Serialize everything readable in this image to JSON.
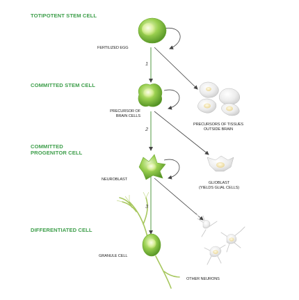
{
  "stages": {
    "totipotent": "TOTIPOTENT STEM CELL",
    "committed_stem": "COMMITTED STEM CELL",
    "committed_progenitor": "COMMITTED\nPROGENITOR CELL",
    "differentiated": "DIFFERENTIATED CELL"
  },
  "cells": {
    "fertilized_egg": "FERTILIZED EGG",
    "precursor_brain": "PRECURSOR OF\nBRAIN CELLS",
    "precursor_tissues": "PRECURSORS OF TISSUES\nOUTSIDE BRAIN",
    "neuroblast": "NEUROBLAST",
    "glioblast": "GLIOBLAST\n(YIELDS GLIAL CELLS)",
    "granule_cell": "GRANULE CELL",
    "other_neurons": "OTHER NEURONS"
  },
  "steps": [
    "1",
    "2",
    "3"
  ],
  "colors": {
    "stage_label": "#3d9e4a",
    "cell_green": "#8cc63f",
    "cell_green_dark": "#5a9a2a",
    "cell_grey": "#e6e6e6",
    "nucleus_yellow": "#f2e6a0",
    "arrow": "#444444"
  }
}
